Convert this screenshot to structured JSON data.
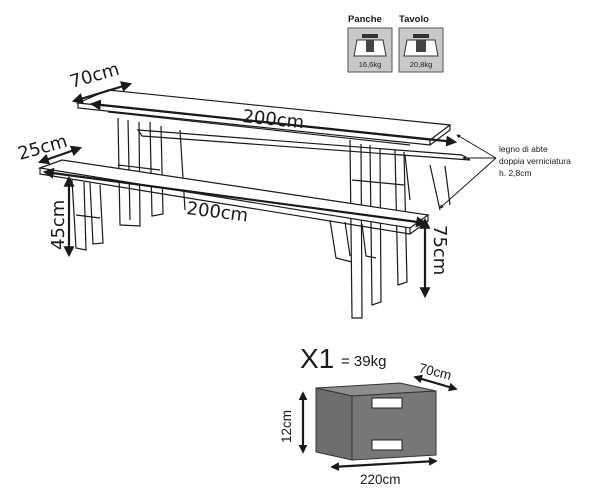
{
  "weights": {
    "panche": {
      "label": "Panche",
      "value": "16,6kg"
    },
    "tavolo": {
      "label": "Tavolo",
      "value": "20,8kg"
    }
  },
  "dimensions": {
    "table_depth": "70cm",
    "table_length": "200cm",
    "bench_depth": "25cm",
    "bench_length": "200cm",
    "bench_height": "45cm",
    "table_height": "75cm"
  },
  "material_note": {
    "line1": "legno di abte",
    "line2": "doppia verniciatura",
    "line3": "h. 2,8cm"
  },
  "package": {
    "quantity": "X1",
    "weight": "= 39kg",
    "depth": "70cm",
    "height": "12cm",
    "length": "220cm"
  }
}
